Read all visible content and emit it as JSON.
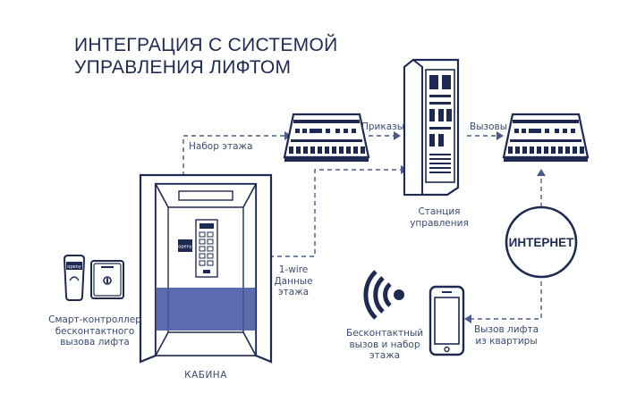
{
  "title": {
    "line1": "ИНТЕГРАЦИЯ С СИСТЕМОЙ",
    "line2": "УПРАВЛЕНИЯ ЛИФТОМ"
  },
  "labels": {
    "floor_dial": "Набор этажа",
    "commands": "Приказы",
    "calls": "Вызовы",
    "station_l1": "Станция",
    "station_l2": "управления",
    "onewire_l1": "1-wire",
    "onewire_l2": "Данные",
    "onewire_l3": "этажа",
    "internet": "ИНТЕРНЕТ",
    "contactless_l1": "Бесконтактный",
    "contactless_l2": "вызов и набор",
    "contactless_l3": "этажа",
    "apartment_l1": "Вызов лифта",
    "apartment_l2": "из квартиры",
    "smart_l1": "Смарт-контроллер",
    "smart_l2": "бесконтактного",
    "smart_l3": "вызова лифта",
    "cabin": "КАБИНА",
    "brand": "openy"
  },
  "colors": {
    "navy": "#1f2a52",
    "accent_blue": "#5a6bb0",
    "dash": "#4a5a8a"
  }
}
